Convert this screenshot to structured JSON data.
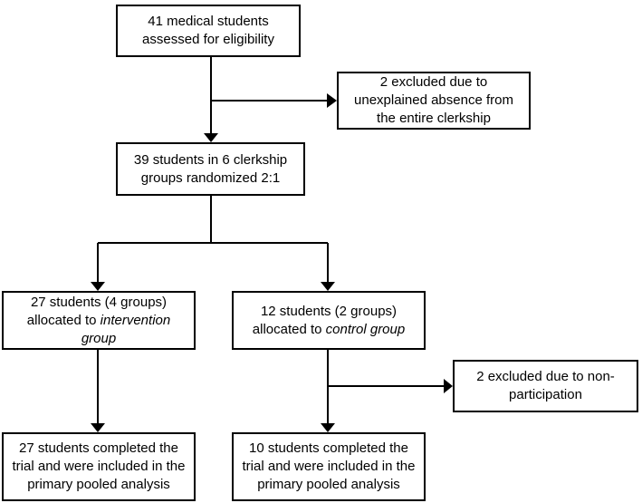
{
  "boxes": {
    "assessed": {
      "line1": "41 medical students",
      "line2": "assessed for eligibility"
    },
    "excluded_absence": {
      "line1": "2 excluded due to",
      "line2": "unexplained absence from",
      "line3": "the entire clerkship"
    },
    "randomized": {
      "line1": "39 students in 6 clerkship",
      "line2": "groups randomized 2:1"
    },
    "intervention": {
      "line1": "27 students (4 groups)",
      "line2_prefix": "allocated to ",
      "line2_italic": "intervention",
      "line3_italic": "group"
    },
    "control": {
      "line1": "12 students (2 groups)",
      "line2_prefix": "allocated to ",
      "line2_italic": "control group"
    },
    "excluded_nonparticipation": {
      "line1": "2 excluded due to non-",
      "line2": "participation"
    },
    "intervention_completed": {
      "line1": "27 students completed the",
      "line2": "trial and were included in the",
      "line3": "primary pooled analysis"
    },
    "control_completed": {
      "line1": "10 students completed the",
      "line2": "trial and were included in the",
      "line3": "primary pooled analysis"
    }
  }
}
